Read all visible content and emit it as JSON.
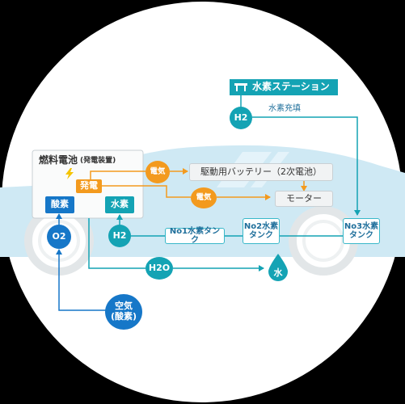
{
  "colors": {
    "background": "#000000",
    "circle": "#ffffff",
    "car_body": "#cfe9f4",
    "blue": "#1677c8",
    "teal": "#14a3b4",
    "orange": "#f39a1e"
  },
  "station": {
    "icon": "station-icon",
    "label": "水素ステーション"
  },
  "fuel_cell": {
    "title": "燃料電池",
    "subtitle": "(発電装置)",
    "icon": "lightning-icon"
  },
  "nodes": {
    "h2_top": "H2",
    "h2_fill_label": "水素充填",
    "sanso": "酸素",
    "hatsuden": "発電",
    "suiso": "水素",
    "denki_1": "電気",
    "denki_2": "電気",
    "battery": "駆動用バッテリー（2次電池）",
    "motor": "モーター",
    "o2": "O2",
    "h2_fc": "H2",
    "tank1": "No1水素タンク",
    "tank2": "No2水素\nタンク",
    "tank3": "No3水素\nタンク",
    "h2o": "H2O",
    "water": "水",
    "water_icon": "water-drop-icon",
    "air": "空気\n(酸素)"
  }
}
